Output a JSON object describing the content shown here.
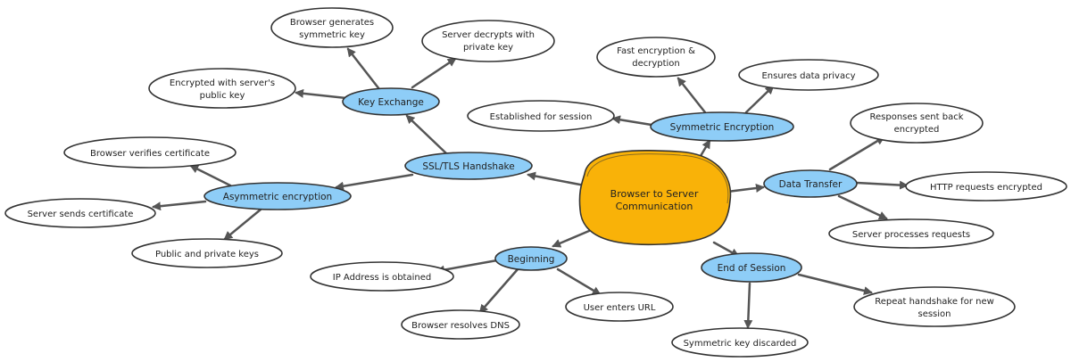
{
  "colors": {
    "center_fill": "#F9B208",
    "branch_fill": "#8ECDF7",
    "leaf_fill": "#FFFFFF",
    "stroke": "#333333",
    "edge": "#555555"
  },
  "center": {
    "line1": "Browser to Server",
    "line2": "Communication"
  },
  "branches": {
    "ssl": "SSL/TLS Handshake",
    "key_exchange": "Key Exchange",
    "asymmetric": "Asymmetric encryption",
    "symmetric": "Symmetric Encryption",
    "data_transfer": "Data Transfer",
    "beginning": "Beginning",
    "end_session": "End of Session"
  },
  "leaves": {
    "browser_generates": {
      "line1": "Browser generates",
      "line2": "symmetric key"
    },
    "server_decrypts": {
      "line1": "Server decrypts with",
      "line2": "private key"
    },
    "encrypted_public": {
      "line1": "Encrypted with server's",
      "line2": "public key"
    },
    "browser_verifies": {
      "line1": "Browser verifies certificate"
    },
    "server_sends_cert": {
      "line1": "Server sends certificate"
    },
    "public_private": {
      "line1": "Public and private keys"
    },
    "fast_encryption": {
      "line1": "Fast encryption &",
      "line2": "decryption"
    },
    "data_privacy": {
      "line1": "Ensures data privacy"
    },
    "established": {
      "line1": "Established for session"
    },
    "responses_sent": {
      "line1": "Responses sent back",
      "line2": "encrypted"
    },
    "http_requests": {
      "line1": "HTTP requests encrypted"
    },
    "server_processes": {
      "line1": "Server processes requests"
    },
    "ip_address": {
      "line1": "IP Address is obtained"
    },
    "browser_resolves": {
      "line1": "Browser resolves DNS"
    },
    "user_enters": {
      "line1": "User enters URL"
    },
    "repeat_handshake": {
      "line1": "Repeat handshake for new",
      "line2": "session"
    },
    "symmetric_discarded": {
      "line1": "Symmetric key discarded"
    }
  }
}
